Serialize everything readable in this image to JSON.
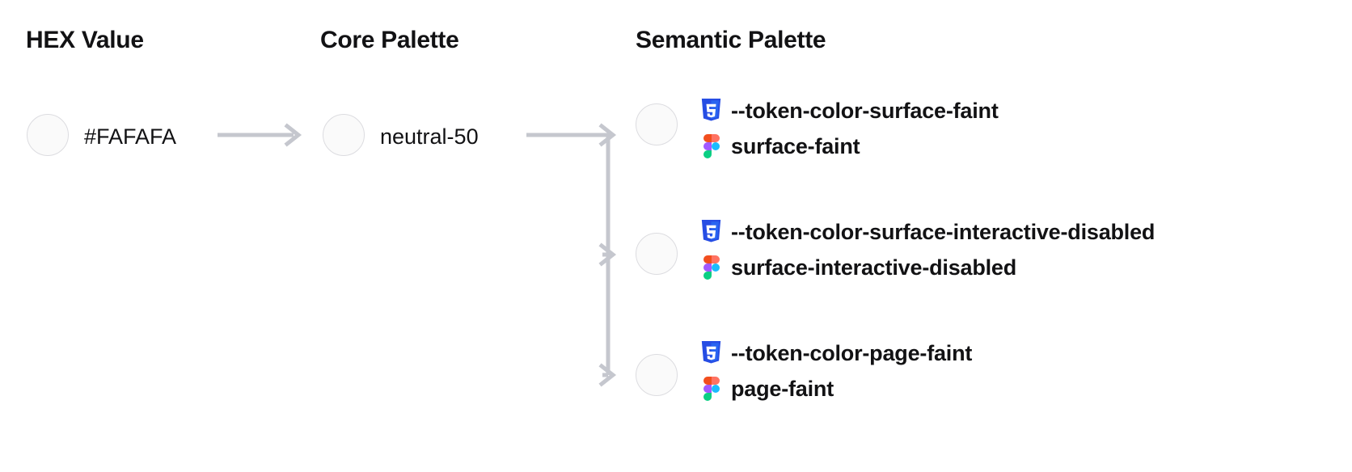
{
  "columns": {
    "hex": {
      "heading": "HEX Value"
    },
    "core": {
      "heading": "Core Palette"
    },
    "semantic": {
      "heading": "Semantic Palette"
    }
  },
  "hex": {
    "swatch_color": "#FAFAFA",
    "value": "#FAFAFA"
  },
  "core": {
    "swatch_color": "#FAFAFA",
    "value": "neutral-50"
  },
  "semantic": {
    "swatch_color": "#FAFAFA",
    "rows": [
      {
        "css_token": "--token-color-surface-faint",
        "figma_token": "surface-faint",
        "css_icon": "css3-icon",
        "figma_icon": "figma-icon"
      },
      {
        "css_token": "--token-color-surface-interactive-disabled",
        "figma_token": "surface-interactive-disabled",
        "css_icon": "css3-icon",
        "figma_icon": "figma-icon"
      },
      {
        "css_token": "--token-color-page-faint",
        "figma_token": "page-faint",
        "css_icon": "css3-icon",
        "figma_icon": "figma-icon"
      }
    ]
  },
  "colors": {
    "background": "#FFFFFF",
    "text": "#121214",
    "connector": "#C5C7CE",
    "swatch_border": "#DCDCE0",
    "css_blue": "#264DE4",
    "css_blue_light": "#2965F1",
    "figma_orange": "#F24E1E",
    "figma_salmon": "#FF7262",
    "figma_purple": "#A259FF",
    "figma_cyan": "#1ABCFE",
    "figma_green": "#0ACF83"
  }
}
